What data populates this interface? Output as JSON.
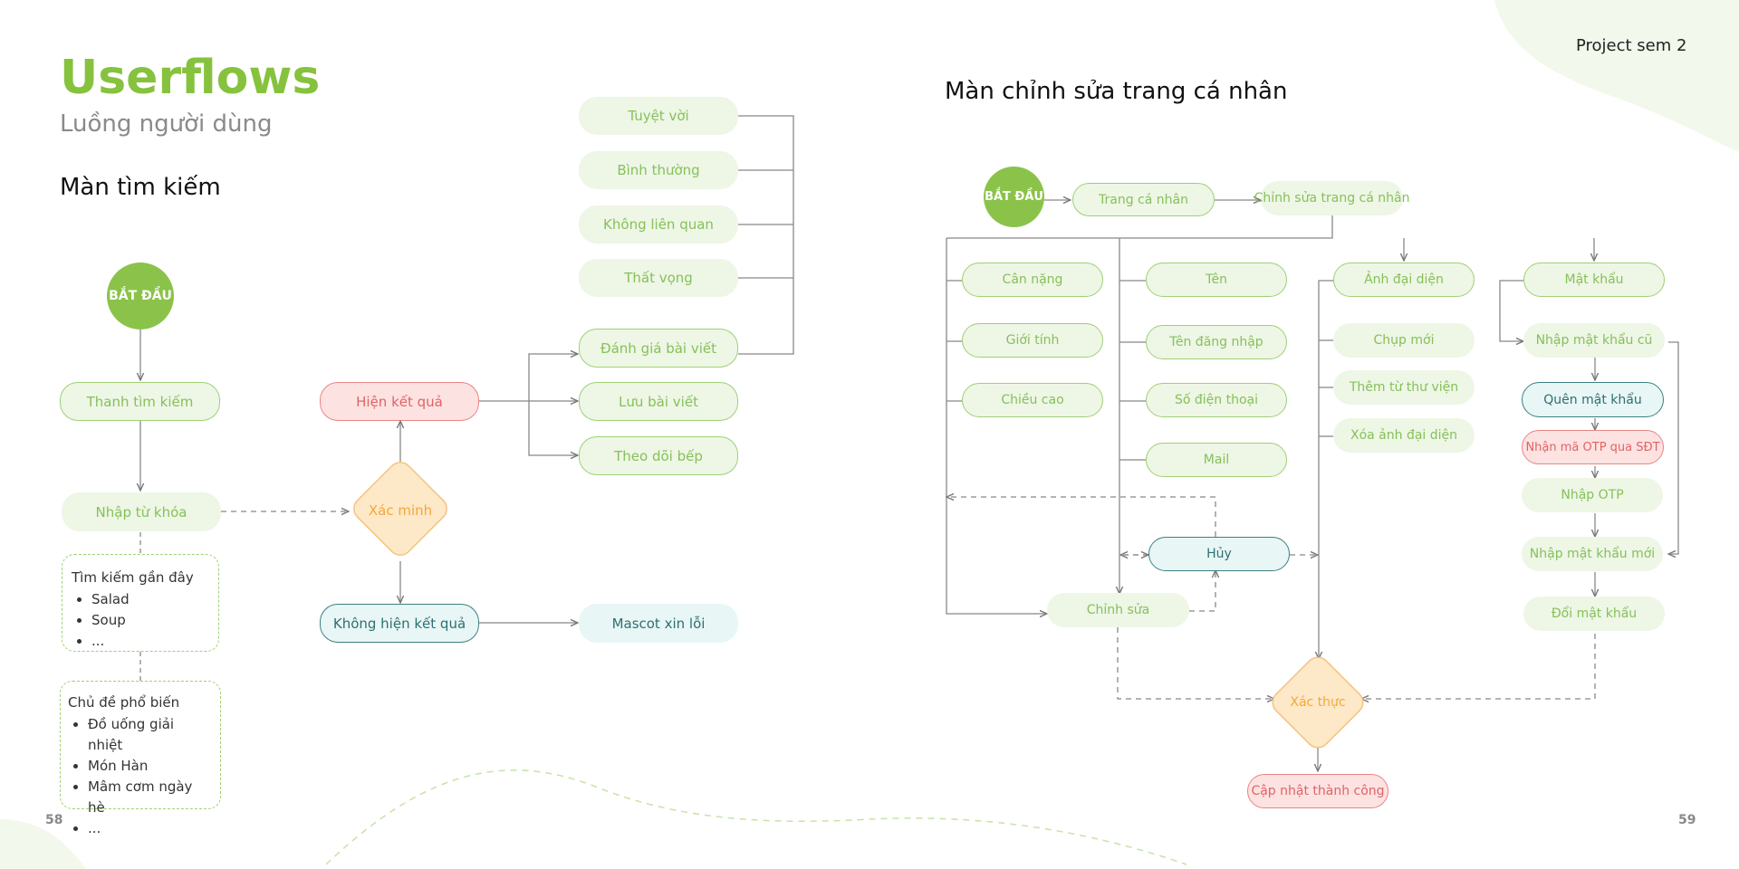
{
  "header": {
    "title": "Userflows",
    "subtitle": "Luồng người dùng",
    "project": "Project sem 2",
    "page_left": "58",
    "page_right": "59"
  },
  "colors": {
    "brand_green": "#8bc34a",
    "pill_green": "#eef6e6",
    "pill_teal": "#e8f6f6",
    "pill_red": "#fde2e2",
    "diamond_orange": "#fde8c8"
  },
  "search_flow": {
    "title": "Màn tìm kiếm",
    "start": "BẮT ĐẦU",
    "search_bar": "Thanh tìm kiếm",
    "keyword": "Nhập từ khóa",
    "recent": {
      "heading": "Tìm kiếm gần đây",
      "items": [
        "Salad",
        "Soup",
        "..."
      ]
    },
    "popular": {
      "heading": "Chủ đề phổ biến",
      "items": [
        "Đồ uống giải nhiệt",
        "Món Hàn",
        "Mâm cơm ngày hè",
        "..."
      ]
    },
    "verify": "Xác minh",
    "show_results": "Hiện kết quả",
    "no_results": "Không hiện kết quả",
    "mascot": "Mascot xin lỗi",
    "ratings": [
      "Tuyệt vời",
      "Bình thường",
      "Không liên quan",
      "Thất vọng"
    ],
    "actions": [
      "Đánh giá bài viết",
      "Lưu bài viết",
      "Theo dõi bếp"
    ]
  },
  "profile_flow": {
    "title": "Màn chỉnh sửa trang cá nhân",
    "start": "BẮT ĐẦU",
    "profile": "Trang cá nhân",
    "edit_profile": "Chỉnh sửa trang cá nhân",
    "col1": [
      "Cân nặng",
      "Giới tính",
      "Chiều cao"
    ],
    "col2": [
      "Tên",
      "Tên đăng nhập",
      "Số điện thoại",
      "Mail"
    ],
    "avatar": "Ảnh đại diện",
    "avatar_opts": [
      "Chụp mới",
      "Thêm từ thư viện",
      "Xóa ảnh đại diện"
    ],
    "password": "Mật khẩu",
    "pw_steps": [
      "Nhập mật khẩu cũ",
      "Quên mật khẩu",
      "Nhận mã OTP qua SĐT",
      "Nhập OTP",
      "Nhập mật khẩu mới",
      "Đổi mật khẩu"
    ],
    "cancel": "Hủy",
    "edit": "Chỉnh sửa",
    "confirm": "Xác thực",
    "success": "Cập nhật thành công"
  }
}
